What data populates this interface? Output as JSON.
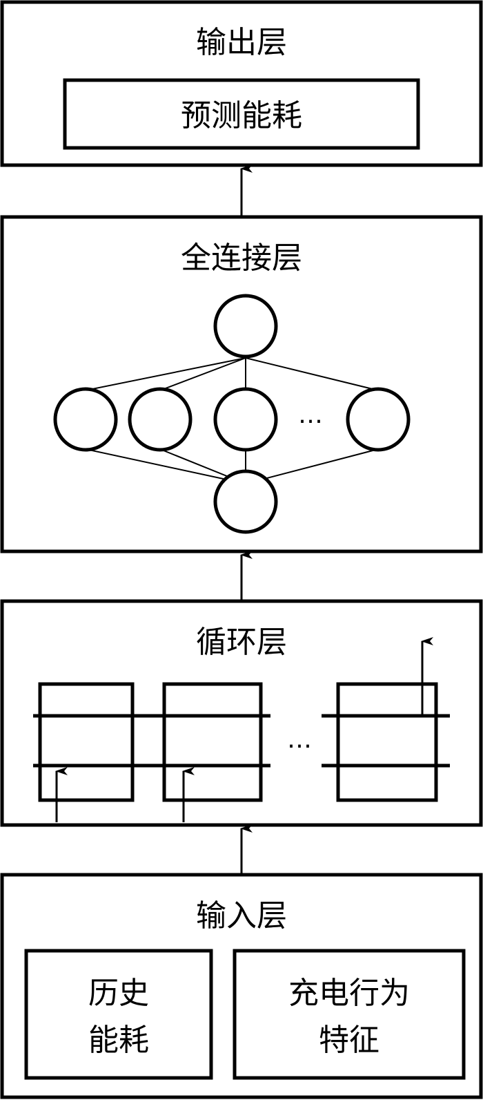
{
  "layers": {
    "output": {
      "title": "输出层",
      "box_label": "预测能耗"
    },
    "fully_connected": {
      "title": "全连接层",
      "ellipsis": "…"
    },
    "recurrent": {
      "title": "循环层",
      "ellipsis": "…"
    },
    "input": {
      "title": "输入层",
      "box_left_line1": "历史",
      "box_left_line2": "能耗",
      "box_right_line1": "充电行为",
      "box_right_line2": "特征"
    }
  },
  "colors": {
    "stroke": "#000000",
    "background": "#ffffff"
  }
}
